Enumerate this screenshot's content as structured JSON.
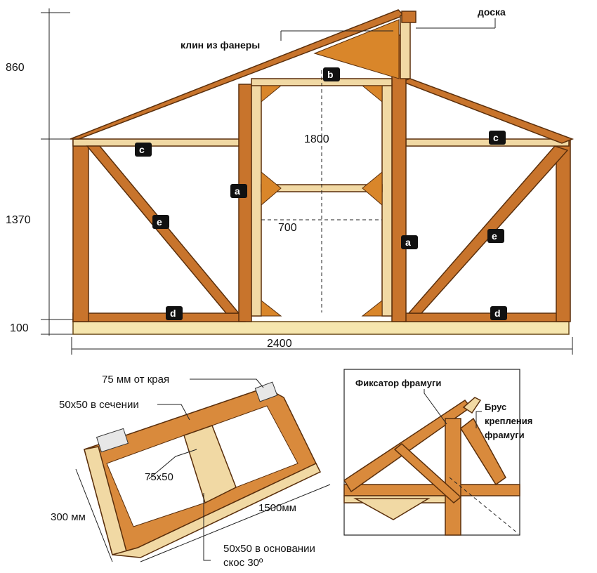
{
  "top": {
    "board_label": "доска",
    "wedge_label": "клин из фанеры",
    "dim_860": "860",
    "dim_1370": "1370",
    "dim_100": "100",
    "dim_2400": "2400",
    "dim_1800": "1800",
    "dim_700": "700",
    "tags": {
      "a": "a",
      "b": "b",
      "c": "c",
      "d": "d",
      "e": "e"
    }
  },
  "vent": {
    "edge_offset": "75  мм от края",
    "section": "50x50 в сечении",
    "inner_bar": "75x50",
    "width": "300 мм",
    "length": "1500мм",
    "base_line1": "50x50 в основании",
    "base_line2": "скос 30º"
  },
  "detail": {
    "fixer_label": "Фиксатор фрамуги",
    "beam_line1": "Брус",
    "beam_line2": "крепления",
    "beam_line3": "фрамуги"
  },
  "colors": {
    "wood": "#c8742c",
    "wood_light": "#f1d9a4",
    "plank": "#f6e6ae",
    "outline": "#5a2f0c"
  }
}
